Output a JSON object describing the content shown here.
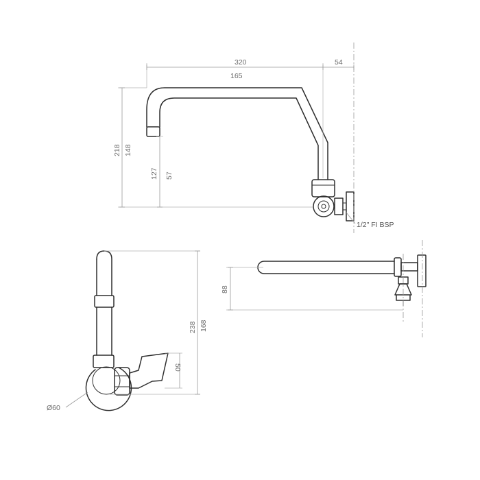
{
  "side_view": {
    "dims": {
      "overall_reach": "320",
      "spout_reach": "165",
      "wall_offset": "54",
      "overall_height": "218",
      "spout_height": "148",
      "outlet_height": "127",
      "inlet_offset": "57"
    },
    "inlet_note": "1/2\" FI BSP"
  },
  "front_view": {
    "dims": {
      "overall_height": "238",
      "spout_height": "168",
      "handle_offset": "50",
      "flange_diameter": "Ø60"
    }
  },
  "top_view": {
    "dims": {
      "depth": "88"
    }
  },
  "colors": {
    "line": "#2e2e2e",
    "dimension": "#9a9a9a"
  }
}
